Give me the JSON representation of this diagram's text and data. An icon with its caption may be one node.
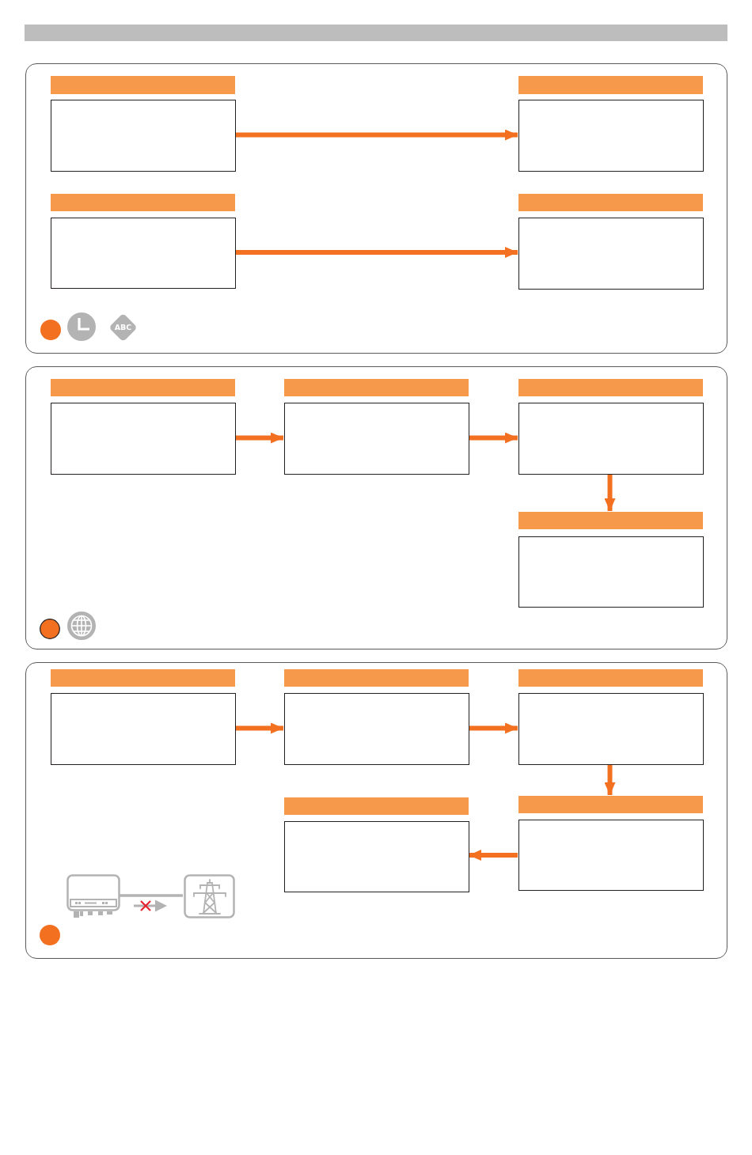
{
  "diagram": {
    "nodes": [
      {
        "text": [],
        "shape": "bar"
      },
      {
        "text": [],
        "shape": "box"
      },
      {
        "text": [],
        "shape": "bar",
        "in": 1
      },
      {
        "text": [],
        "shape": "box",
        "in": 1
      },
      {
        "text": [],
        "shape": "bar",
        "in": 1
      },
      {
        "text": [],
        "shape": "box",
        "in": 1
      },
      {
        "text": [],
        "shape": "bar",
        "in": 1
      },
      {
        "text": [],
        "shape": "box",
        "in": 1
      },
      {
        "text": [],
        "shape": "bar",
        "in": 1
      },
      {
        "text": [],
        "shape": "box",
        "in": 1
      },
      {
        "text": [
          "ABC"
        ],
        "in": 1
      },
      {
        "text": [],
        "shape": "box"
      },
      {
        "text": [],
        "shape": "bar",
        "in": 11
      },
      {
        "text": [],
        "shape": "box",
        "in": 11
      },
      {
        "text": [],
        "shape": "bar",
        "in": 11
      },
      {
        "text": [],
        "shape": "box",
        "in": 11
      },
      {
        "text": [],
        "shape": "bar",
        "in": 11
      },
      {
        "text": [],
        "shape": "box",
        "in": 11
      },
      {
        "text": [],
        "shape": "bar",
        "in": 11
      },
      {
        "text": [],
        "shape": "box",
        "in": 11
      },
      {
        "text": [],
        "shape": "box"
      },
      {
        "text": [],
        "shape": "bar",
        "in": 20
      },
      {
        "text": [],
        "shape": "box",
        "in": 20
      },
      {
        "text": [],
        "shape": "bar",
        "in": 20
      },
      {
        "text": [],
        "shape": "box",
        "in": 20
      },
      {
        "text": [],
        "shape": "bar",
        "in": 20
      },
      {
        "text": [],
        "shape": "box",
        "in": 20
      },
      {
        "text": [],
        "shape": "bar",
        "in": 20
      },
      {
        "text": [],
        "shape": "box",
        "in": 20
      },
      {
        "text": [],
        "shape": "bar",
        "in": 20
      },
      {
        "text": [],
        "shape": "box",
        "in": 20
      },
      {
        "text": [],
        "shape": "picture",
        "in": 20
      },
      {
        "text": [],
        "shape": "picture",
        "in": 20
      }
    ],
    "edges": [
      {
        "from": 3,
        "to": 5,
        "arrow": "to"
      },
      {
        "from": 7,
        "to": 9,
        "arrow": "to"
      },
      {
        "from": 13,
        "to": 15,
        "arrow": "to"
      },
      {
        "from": 15,
        "to": 17,
        "arrow": "to"
      },
      {
        "from": 17,
        "to": 18,
        "arrow": "to"
      },
      {
        "from": 22,
        "to": 24,
        "arrow": "to"
      },
      {
        "from": 24,
        "to": 26,
        "arrow": "to"
      },
      {
        "from": 26,
        "to": 29,
        "arrow": "to"
      },
      {
        "from": 30,
        "to": 28,
        "arrow": "to"
      },
      {
        "from": 31,
        "to": 32,
        "arrow": "none",
        "color": "#b3b3b3"
      }
    ]
  }
}
